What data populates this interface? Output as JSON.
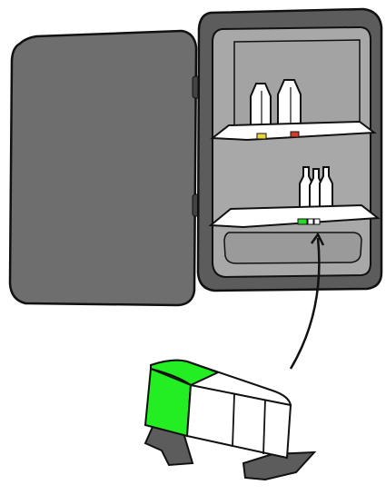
{
  "colors": {
    "door": "#6e6e6e",
    "cabinet_frame": "#5c5c5c",
    "cabinet_interior": "#a8a8a8",
    "interior_inner": "#9a9a9a",
    "shelf": "#ffffff",
    "outline": "#111111",
    "bottle": "#ffffff",
    "label_yellow": "#e8d63a",
    "label_red": "#d63b2a",
    "label_green": "#2bd92b",
    "accent_green": "#22ee22",
    "hinge": "#444444"
  },
  "icons": {
    "cabinet": "open-mini-fridge",
    "door": "fridge-door",
    "small_bottles": "bottle-pair",
    "large_bottles": "bottle-triplet",
    "box": "product-box-with-green-end",
    "arrow": "curved-arrow-up"
  }
}
